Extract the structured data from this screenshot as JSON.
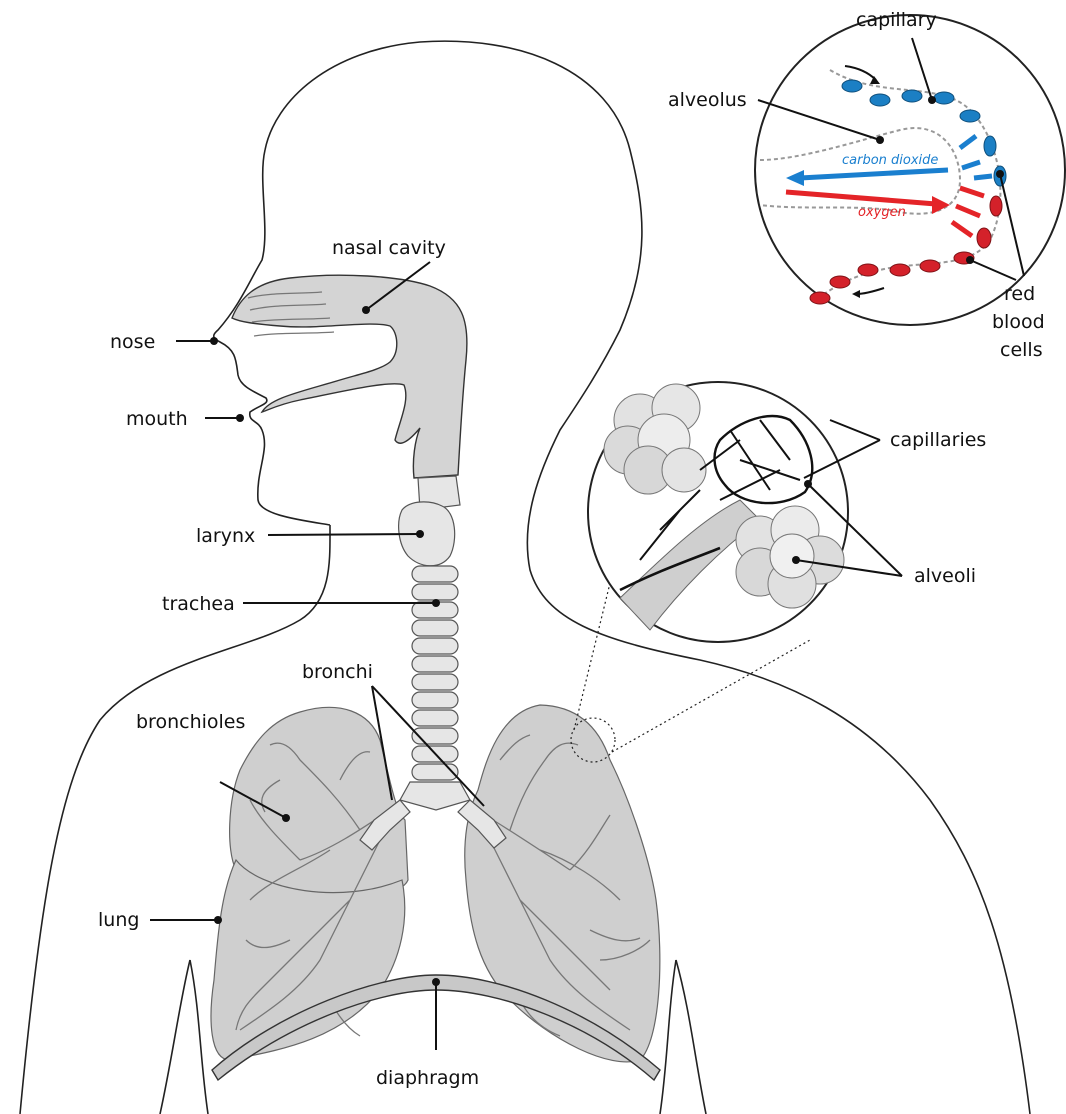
{
  "labels": {
    "nasal_cavity": "nasal cavity",
    "nose": "nose",
    "mouth": "mouth",
    "larynx": "larynx",
    "trachea": "trachea",
    "bronchi": "bronchi",
    "bronchioles": "bronchioles",
    "lung": "lung",
    "diaphragm": "diaphragm",
    "capillary": "capillary",
    "alveolus": "alveolus",
    "carbon_dioxide": "carbon dioxide",
    "oxygen": "oxygen",
    "red_blood_cells": [
      "red",
      "blood",
      "cells"
    ],
    "capillaries": "capillaries",
    "alveoli": "alveoli"
  },
  "colors": {
    "carbon_dioxide": "#1a7fcf",
    "oxygen": "#e42428",
    "blue_cell": "#1b7fc4",
    "red_cell": "#d4212a",
    "tissue": "#d4d4d4"
  }
}
